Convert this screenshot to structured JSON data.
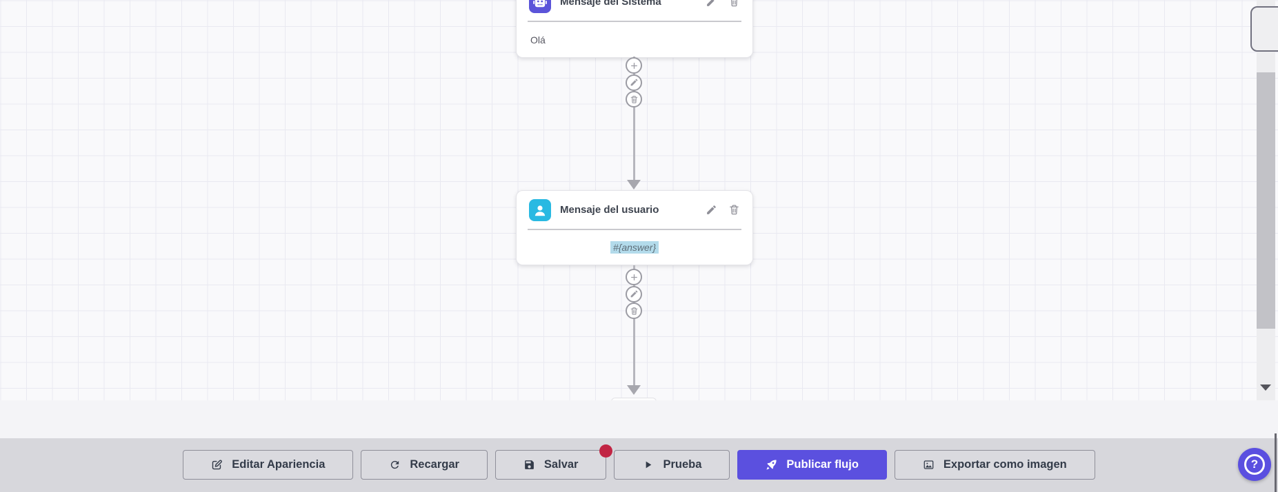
{
  "canvas": {
    "nodes": [
      {
        "title": "Mensaje del Sistema",
        "body": "Olá",
        "icon": "robot-icon",
        "icon_bg": "#5b54d9"
      },
      {
        "title": "Mensaje del usuario",
        "body": "#{answer}",
        "icon": "user-icon",
        "icon_bg": "#29b9e2",
        "body_highlighted": true
      }
    ],
    "node_actions": [
      {
        "icon": "pencil-icon"
      },
      {
        "icon": "trash-icon"
      }
    ],
    "connector_buttons": [
      {
        "icon": "plus-icon"
      },
      {
        "icon": "pencil-icon"
      },
      {
        "icon": "trash-icon"
      }
    ]
  },
  "toolbar": {
    "buttons": [
      {
        "label": "Editar Apariencia",
        "icon": "edit-icon"
      },
      {
        "label": "Recargar",
        "icon": "refresh-icon"
      },
      {
        "label": "Salvar",
        "icon": "save-icon",
        "badge": true
      },
      {
        "label": "Prueba",
        "icon": "play-icon"
      },
      {
        "label": "Publicar flujo",
        "icon": "rocket-icon",
        "primary": true
      },
      {
        "label": "Exportar como imagen",
        "icon": "image-icon"
      }
    ],
    "primary_color": "#5b50df",
    "badge_color": "#c12544"
  },
  "help": {
    "label": "?",
    "color": "#5a4fe0"
  }
}
